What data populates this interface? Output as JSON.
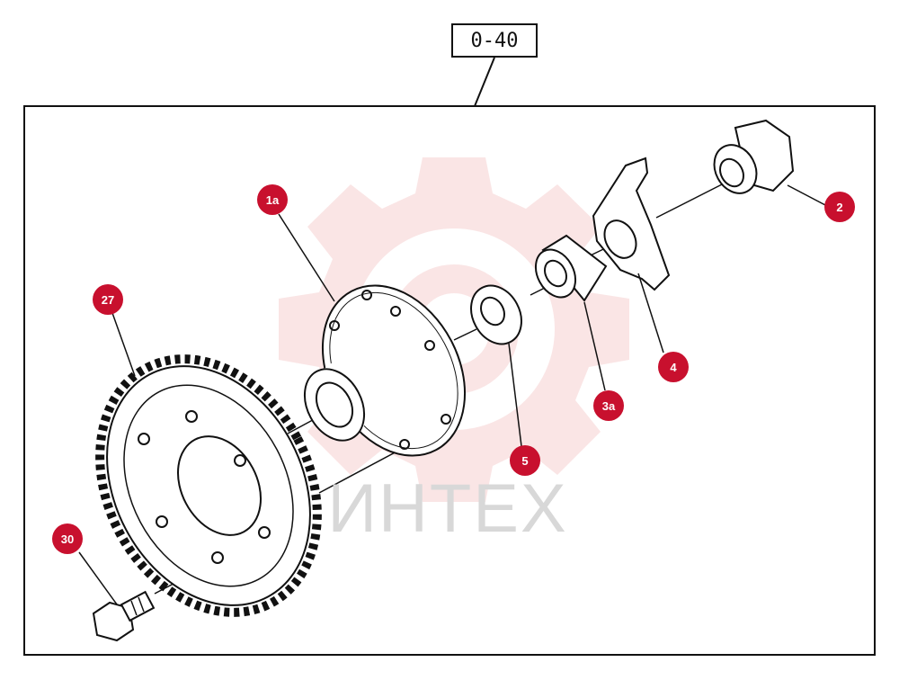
{
  "reference": "0-40",
  "watermark": {
    "text": "ИНТЕХ",
    "color": "#f3c9c9"
  },
  "callout_color": "#c8102e",
  "callouts": [
    {
      "id": "c-1a",
      "label": "1a"
    },
    {
      "id": "c-2",
      "label": "2"
    },
    {
      "id": "c-27",
      "label": "27"
    },
    {
      "id": "c-30",
      "label": "30"
    },
    {
      "id": "c-4",
      "label": "4"
    },
    {
      "id": "c-3a",
      "label": "3a"
    },
    {
      "id": "c-5",
      "label": "5"
    }
  ]
}
